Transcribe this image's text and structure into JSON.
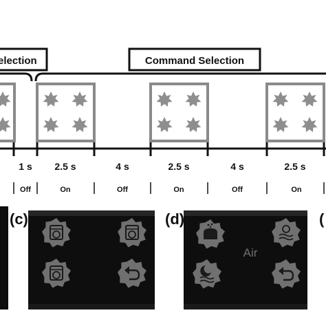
{
  "stage_labels": {
    "selection_partial": "election",
    "command_selection": "Command Selection"
  },
  "durations": [
    "1 s",
    "2.5 s",
    "4 s",
    "2.5 s",
    "4 s",
    "2.5 s"
  ],
  "states": [
    "Off",
    "On",
    "Off",
    "On",
    "Off",
    "On"
  ],
  "panels": {
    "c": {
      "letter": "(c)"
    },
    "d": {
      "letter": "(d)",
      "label": "Air"
    },
    "e": {
      "letter": "("
    }
  },
  "icons": {
    "stimulus": "starburst-icon",
    "panel_c": [
      "washing-machine-icon",
      "washing-machine-icon",
      "washing-machine-icon",
      "return-arrow-icon"
    ],
    "panel_d": [
      "dryer-icon",
      "wind-icon",
      "moon-wind-icon",
      "return-arrow-icon"
    ]
  },
  "colors": {
    "frame_gray": "#8a8a8a",
    "star_gray": "#8e8e8e",
    "panel_dark": "#0e0e0e",
    "icon_gray": "#7a7a7a"
  }
}
